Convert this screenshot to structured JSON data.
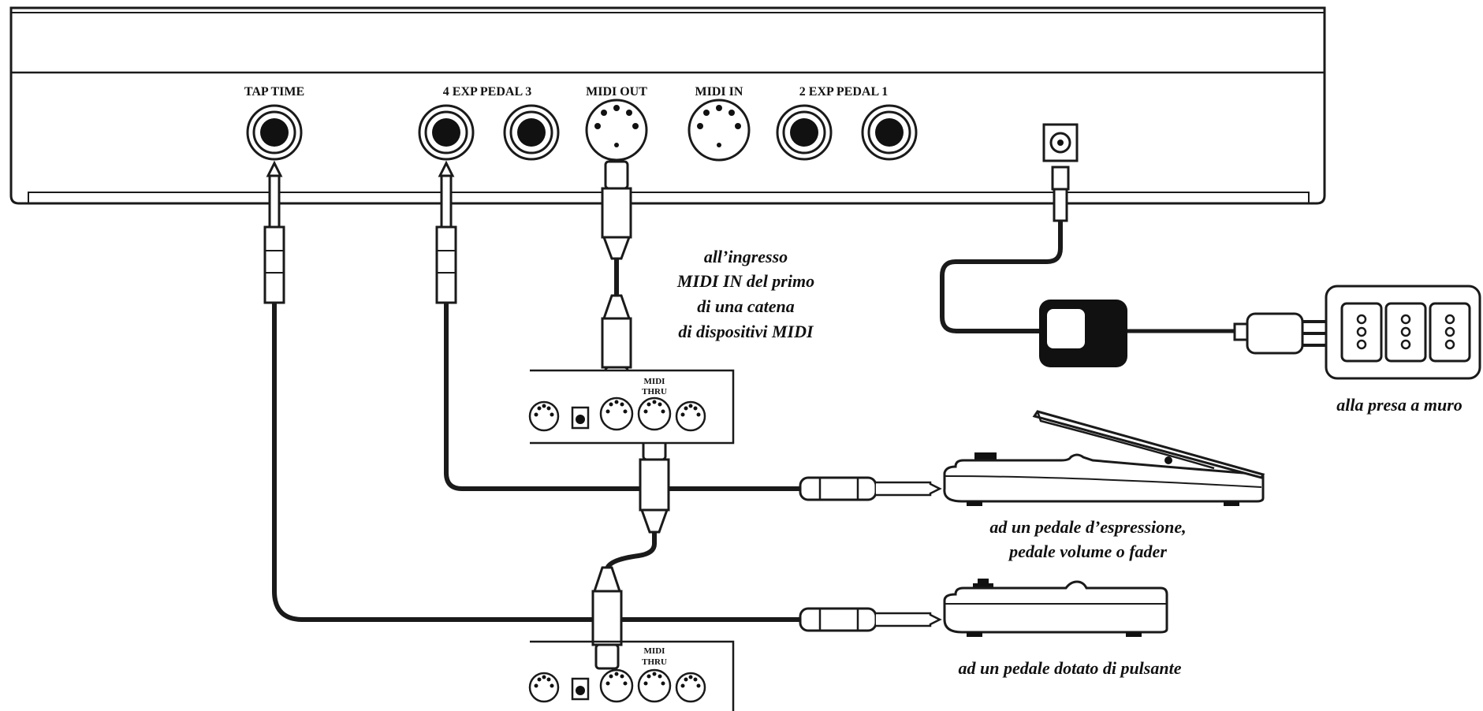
{
  "panel": {
    "tap_time_label": "TAP TIME",
    "exp_pedal_3_4_label": "4  EXP PEDAL  3",
    "midi_out_label": "MIDI OUT",
    "midi_in_label": "MIDI IN",
    "exp_pedal_1_2_label": "2  EXP PEDAL  1"
  },
  "annotations": {
    "midi_chain": [
      "all’ingresso",
      "MIDI IN del primo",
      "di una catena",
      "di dispositivi MIDI"
    ],
    "wall_socket": "alla presa a muro",
    "expression_pedal": [
      "ad un pedale d’espressione,",
      "pedale volume o fader"
    ],
    "switch_pedal": "ad un pedale dotato di pulsante"
  },
  "midi_devices": [
    {
      "thru_label_line1": "MIDI",
      "thru_label_line2": "THRU"
    },
    {
      "thru_label_line1": "MIDI",
      "thru_label_line2": "THRU"
    }
  ],
  "colors": {
    "ink": "#1a1a1a",
    "background": "#ffffff"
  }
}
